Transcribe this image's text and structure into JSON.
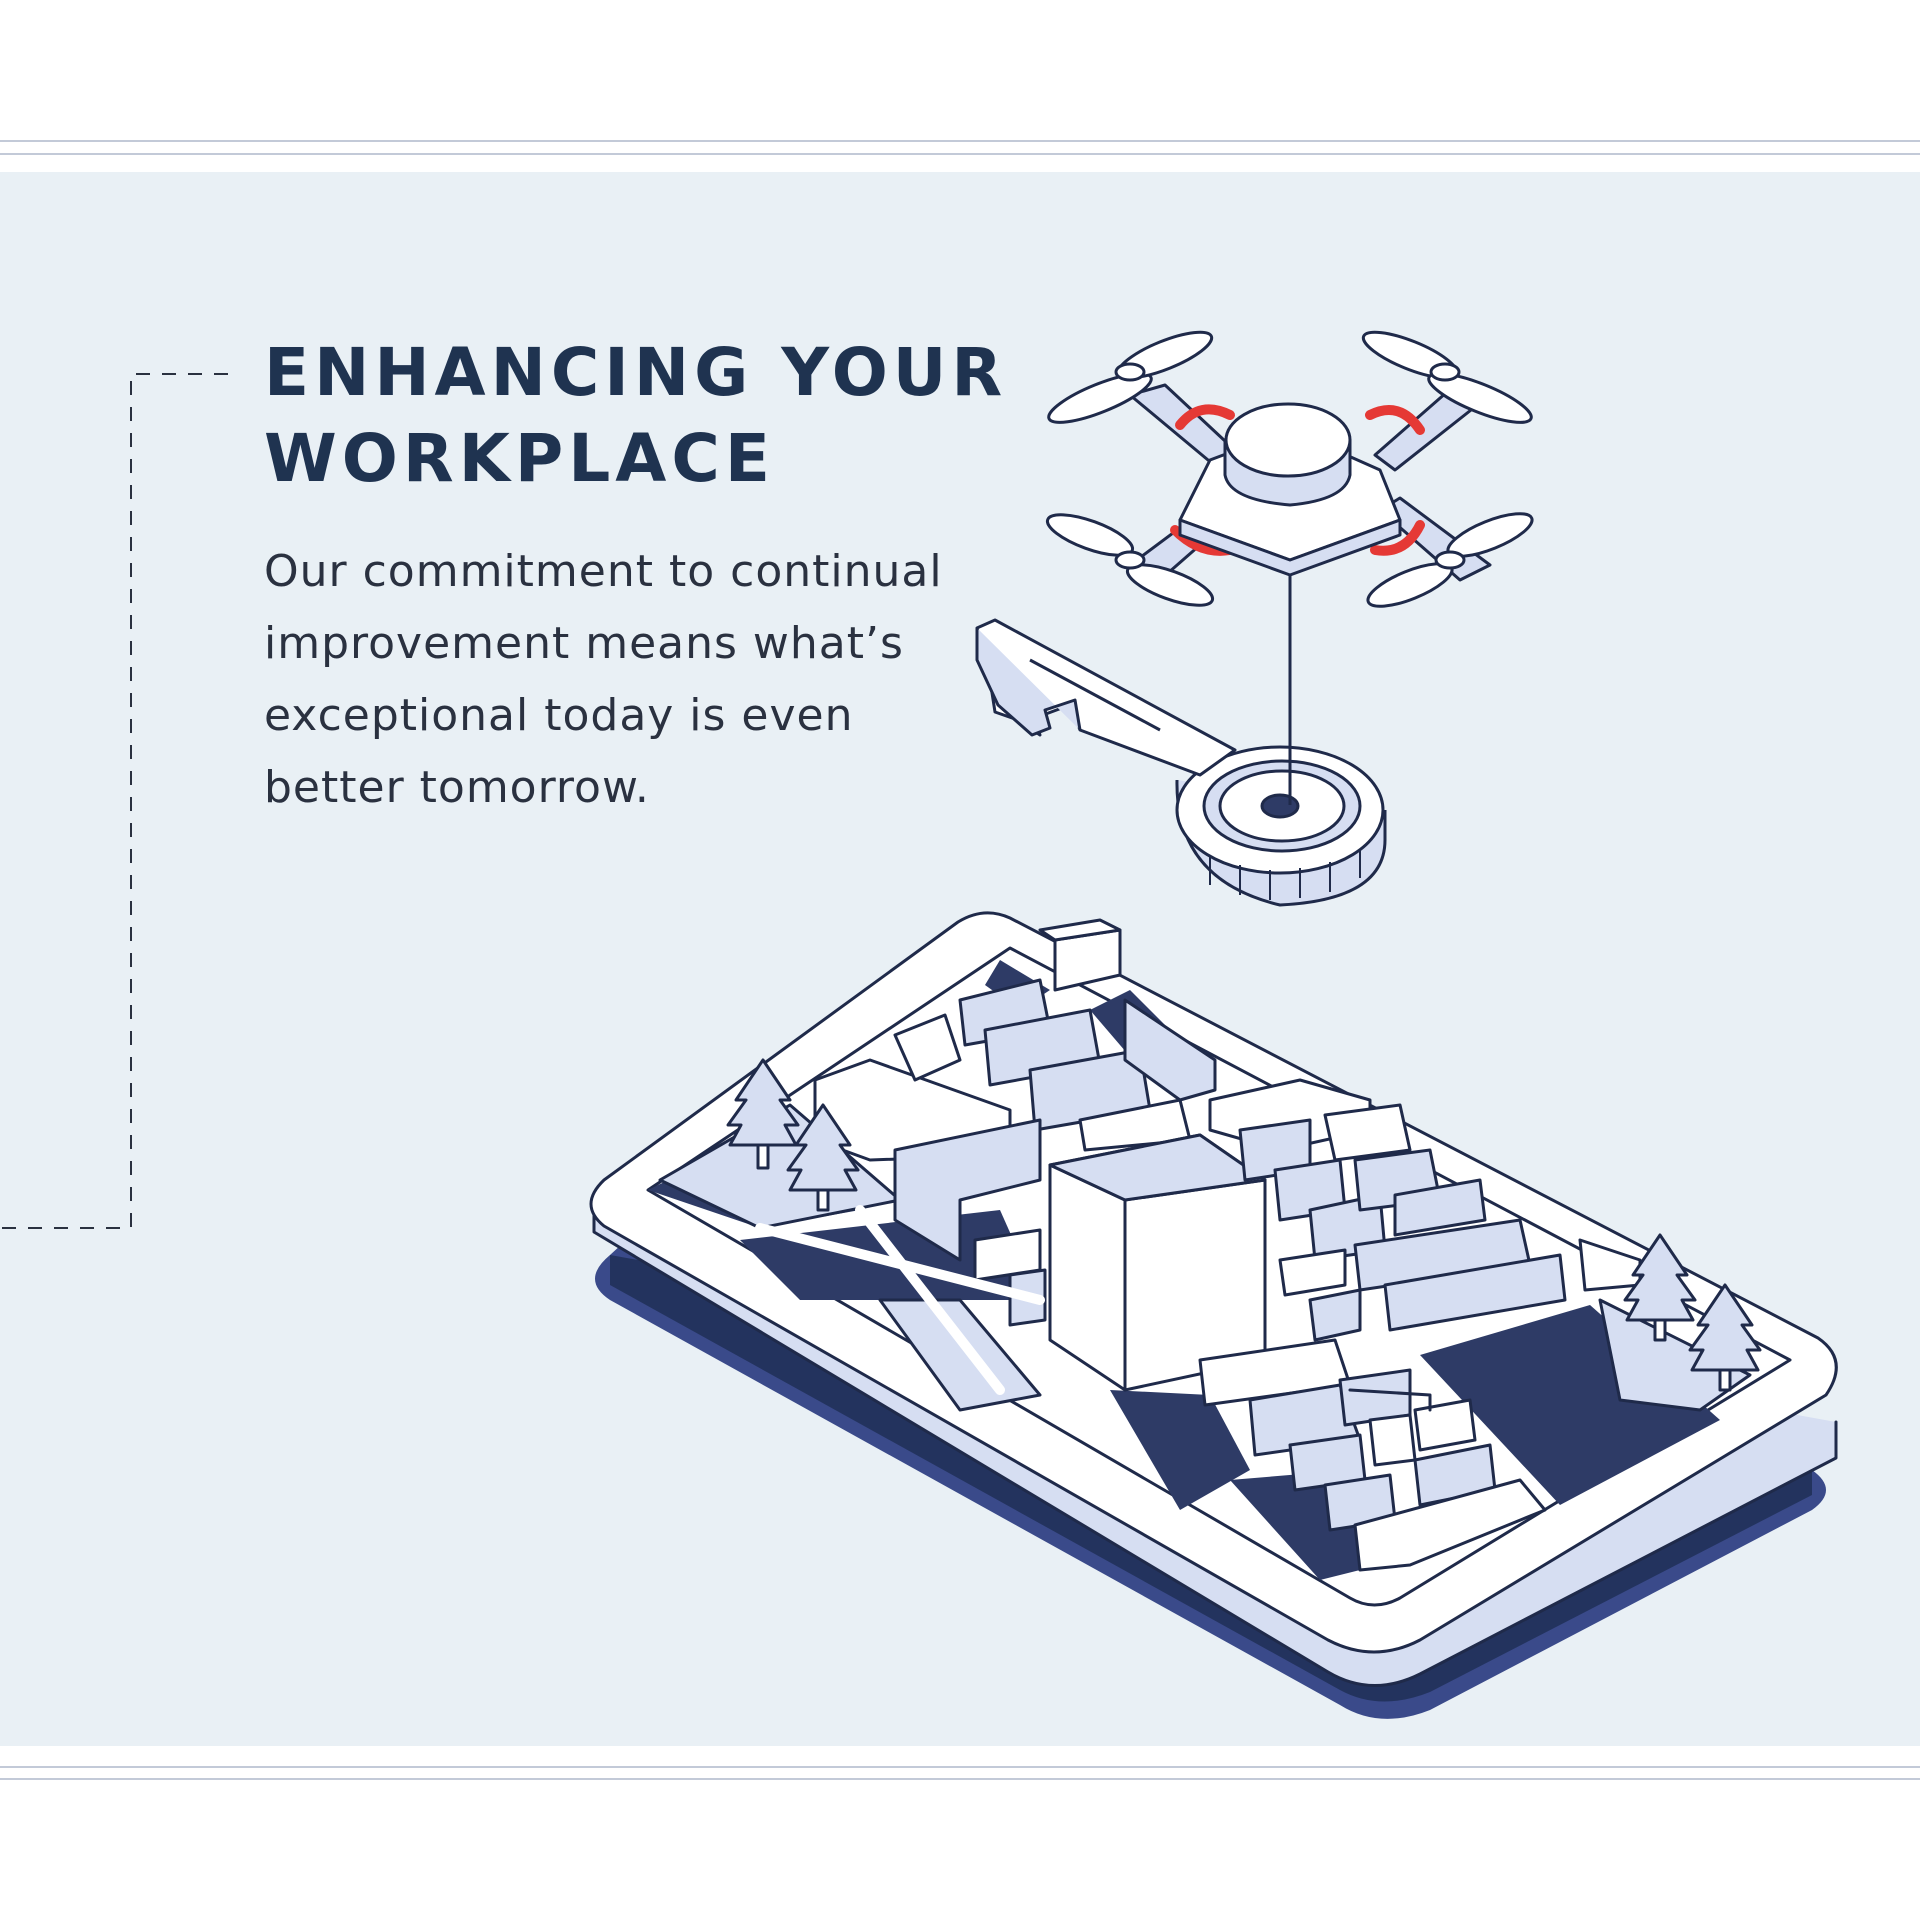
{
  "section": {
    "headline_lines": [
      "ENHANCING YOUR",
      "WORKPLACE"
    ],
    "body_lines": [
      "Our commitment to continual",
      "improvement means what’s",
      "exceptional today is even",
      "better tomorrow."
    ]
  },
  "illustration": {
    "icons": [
      "drone-icon",
      "key-icon",
      "smartphone-city-map-icon",
      "tree-icon"
    ],
    "colors": {
      "outline": "#1f2a4a",
      "fill_light": "#d6def2",
      "fill_white": "#ffffff",
      "road_dark": "#2e3b66",
      "phone_shadow": "#3a4a8a",
      "drone_accent": "#e53935",
      "panel_background": "#e9f0f5",
      "rule": "#c3cad8"
    }
  }
}
